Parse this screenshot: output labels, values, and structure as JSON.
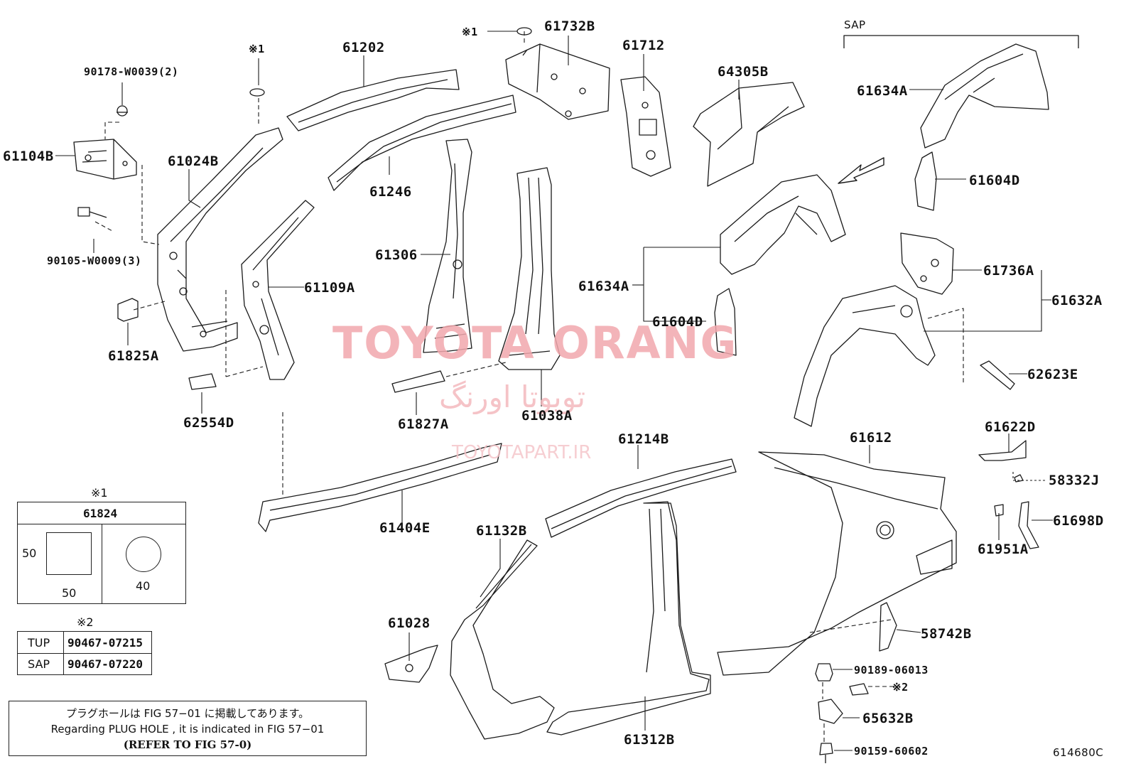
{
  "labels": {
    "p90178": "90178-W0039(2)",
    "p61104B": "61104B",
    "p90105": "90105-W0009(3)",
    "p61825A": "61825A",
    "p61024B": "61024B",
    "mark1_top": "※1",
    "p61202": "61202",
    "p61109A": "61109A",
    "p62554D": "62554D",
    "p61246": "61246",
    "p61306": "61306",
    "p61827A": "61827A",
    "p61038A": "61038A",
    "mark1_mid": "※1",
    "p61732B": "61732B",
    "p61712": "61712",
    "p64305B": "64305B",
    "sap": "SAP",
    "p61634A_top": "61634A",
    "p61604D_top": "61604D",
    "p61634A_mid": "61634A",
    "p61604D_mid": "61604D",
    "p61736A": "61736A",
    "p61632A": "61632A",
    "p62623E": "62623E",
    "p61622D": "61622D",
    "p58332J": "58332J",
    "p61698D": "61698D",
    "p61951A": "61951A",
    "p61612": "61612",
    "p61214B": "61214B",
    "p61404E": "61404E",
    "p61132B": "61132B",
    "p61028": "61028",
    "p61312B": "61312B",
    "p58742B": "58742B",
    "p90189": "90189-06013",
    "mark2": "※2",
    "p65632B": "65632B",
    "p90159": "90159-60602",
    "fig_code": "614680C"
  },
  "watermark": {
    "latin": "TOYOTA ORANG",
    "persian": "تویوتا اورنگ",
    "site": "TOYOTAPART.IR"
  },
  "plug_table": {
    "mark": "※1",
    "part": "61824",
    "square_w": "50",
    "square_h": "50",
    "circle_d": "40"
  },
  "bolt_table": {
    "mark": "※2",
    "rows": [
      {
        "variant": "TUP",
        "part": "90467-07215"
      },
      {
        "variant": "SAP",
        "part": "90467-07220"
      }
    ]
  },
  "note": {
    "jp": "プラグホールは FIG 57−01 に掲載してあります。",
    "en": "Regarding  PLUG  HOLE , it is indicated in  FIG  57−01",
    "ref": "(REFER TO FIG 57-0)"
  },
  "colors": {
    "line": "#1a1a1a",
    "watermark": "#f2a8ad"
  }
}
